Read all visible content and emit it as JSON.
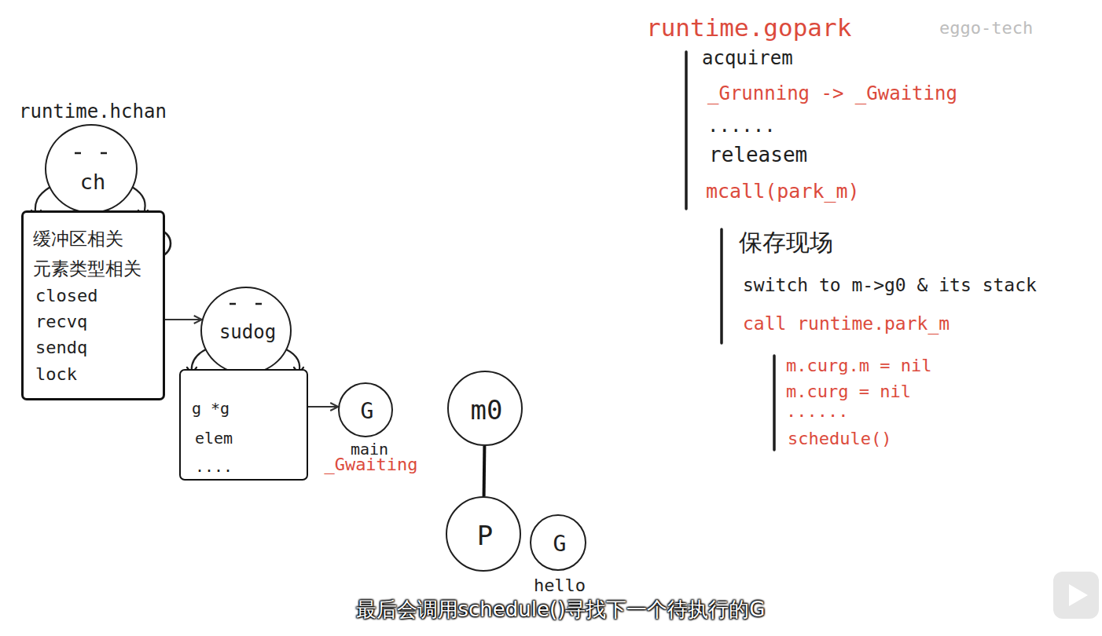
{
  "diagram": {
    "caption": "最后会调用schedule()寻找下一个待执行的G",
    "nodes": [
      {
        "text": [
          "runtime.hchan",
          "ch"
        ]
      },
      {
        "text": [
          "缓冲区相关",
          "元素类型相关",
          "closed",
          "recvq",
          "sendq",
          "lock"
        ]
      },
      {
        "text": [
          "sudog"
        ]
      },
      {
        "text": [
          "g *g",
          "elem",
          "...."
        ]
      },
      {
        "text": [
          "G",
          "main",
          "_Gwaiting"
        ]
      },
      {
        "text": [
          "m0"
        ]
      },
      {
        "text": [
          "P"
        ]
      },
      {
        "text": [
          "G",
          "hello"
        ]
      }
    ],
    "edges": [
      {
        "from": 1,
        "to": 2,
        "arrow": "to"
      },
      {
        "from": 3,
        "to": 4,
        "arrow": "to"
      },
      {
        "from": 5,
        "to": 6,
        "arrow": "none"
      }
    ],
    "labels": [
      "runtime.gopark",
      "acquirem",
      "_Grunning -> _Gwaiting",
      "......",
      "releasem",
      "mcall(park_m)",
      "保存现场",
      "switch to m->g0 & its stack",
      "call runtime.park_m",
      "m.curg.m = nil",
      "m.curg = nil",
      "......",
      "schedule()",
      "eggo-tech"
    ]
  }
}
